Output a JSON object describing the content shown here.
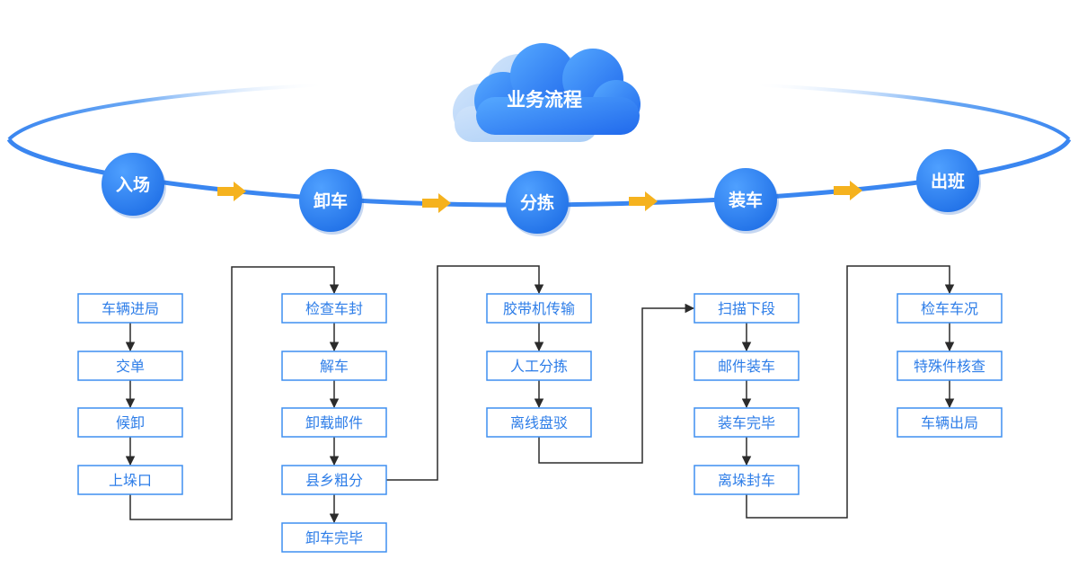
{
  "title": "业务流程",
  "stages": [
    "入场",
    "卸车",
    "分拣",
    "装车",
    "出班"
  ],
  "columns": [
    [
      "车辆进局",
      "交单",
      "候卸",
      "上垛口"
    ],
    [
      "检查车封",
      "解车",
      "卸载邮件",
      "县乡粗分",
      "卸车完毕"
    ],
    [
      "胶带机传输",
      "人工分拣",
      "离线盘驳"
    ],
    [
      "扫描下段",
      "邮件装车",
      "装车完毕",
      "离垛封车"
    ],
    [
      "检车车况",
      "特殊件核查",
      "车辆出局"
    ]
  ],
  "colors": {
    "accent": "#3a86f0",
    "arrow": "#f5b21e",
    "box_border": "#3f8ff0",
    "box_text": "#2d7de8",
    "connector": "#2b2b2b"
  }
}
